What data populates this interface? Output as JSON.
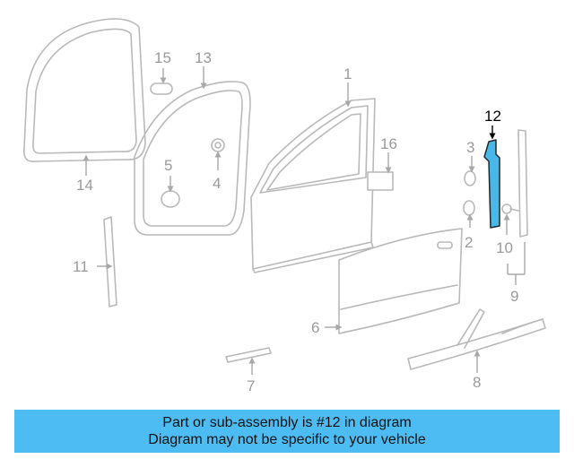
{
  "diagram": {
    "callouts": {
      "c1": "1",
      "c2": "2",
      "c3": "3",
      "c4": "4",
      "c5": "5",
      "c6": "6",
      "c7": "7",
      "c8": "8",
      "c9": "9",
      "c10": "10",
      "c11": "11",
      "c12": "12",
      "c13": "13",
      "c14": "14",
      "c15": "15",
      "c16": "16"
    },
    "highlighted_part": "12",
    "colors": {
      "highlight": "#49b8e8",
      "banner": "#4dbcf2",
      "linework": "#b9b9b9"
    }
  },
  "banner": {
    "line1": "Part or sub-assembly is #12 in diagram",
    "line2": "Diagram may not be specific to your vehicle"
  }
}
